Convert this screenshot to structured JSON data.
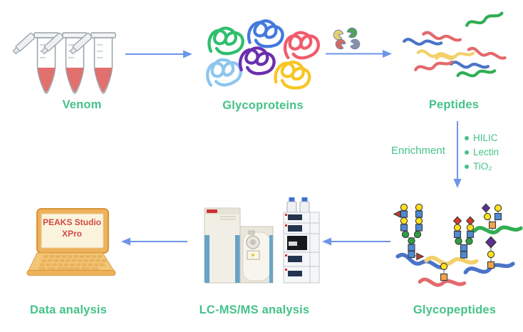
{
  "diagram": {
    "stages": [
      {
        "id": "venom",
        "label": "Venom"
      },
      {
        "id": "glycoproteins",
        "label": "Glycoproteins"
      },
      {
        "id": "peptides",
        "label": "Peptides"
      },
      {
        "id": "glycopeptides",
        "label": "Glycopeptides"
      },
      {
        "id": "lcms",
        "label": "LC-MS/MS analysis"
      },
      {
        "id": "data_analysis",
        "label": "Data analysis"
      }
    ],
    "enrichment": {
      "label": "Enrichment",
      "methods": [
        "HILIC",
        "Lectin",
        "TiO₂"
      ]
    },
    "laptop_screen": {
      "line1": "PEAKS Studio",
      "line2": "XPro"
    },
    "icons": [
      "eppendorf-tube-icon",
      "glycoprotein-tangle-icon",
      "protease-enzyme-icon",
      "peptide-squiggle-icon",
      "glycan-structure-icon",
      "mass-spectrometer-icon",
      "laptop-icon",
      "flow-arrow-icon"
    ],
    "colors": {
      "label_green": "#45c289",
      "arrow_blue": "#6d95e8",
      "laptop_text_red": "#cf4a45",
      "venom_red": "#e0716f"
    }
  }
}
